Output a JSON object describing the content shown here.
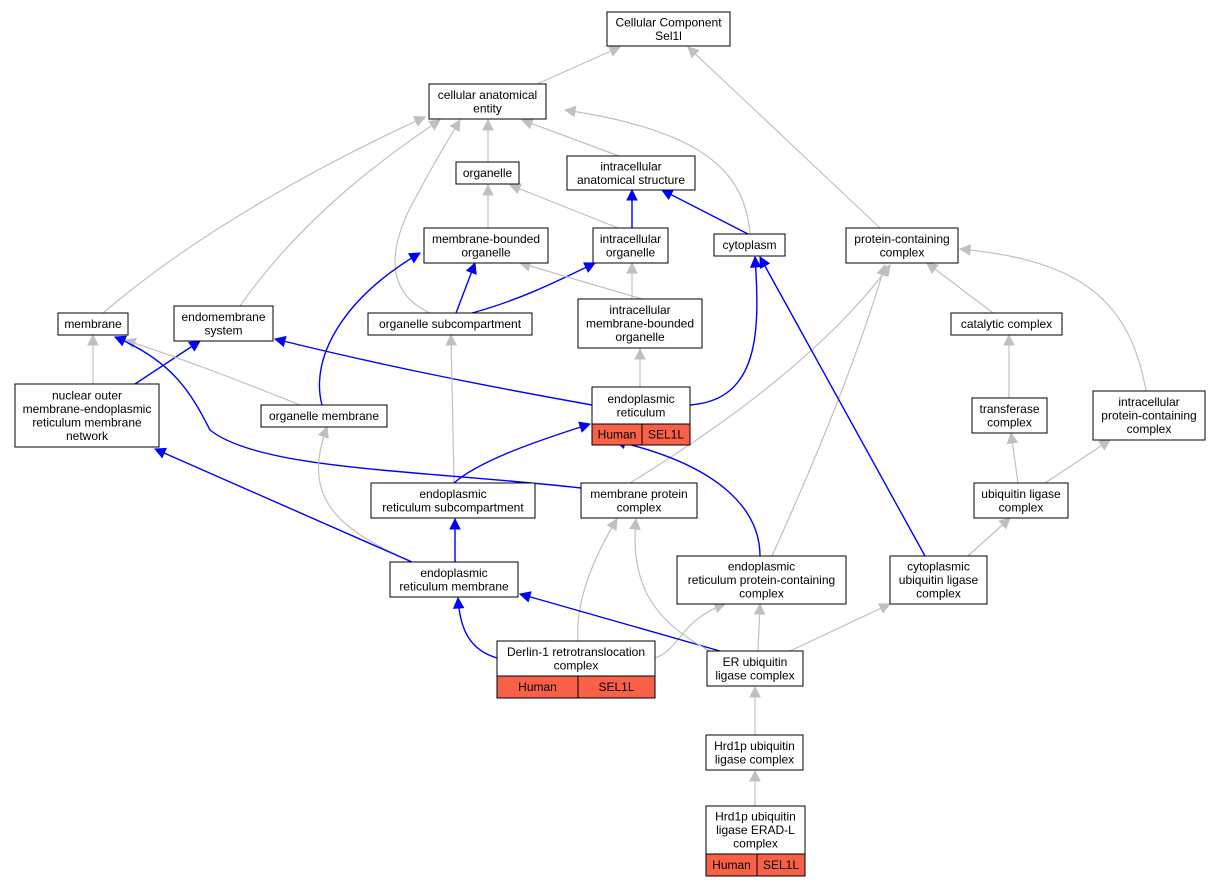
{
  "colors": {
    "gray_edge": "#c0c0c0",
    "blue_edge": "#0000ff",
    "node_border": "#000000",
    "annotation_fill": "#f86048"
  },
  "nodes": {
    "root": [
      "Cellular Component",
      "Sel1l"
    ],
    "cae": [
      "cellular anatomical",
      "entity"
    ],
    "organelle": [
      "organelle"
    ],
    "ias": [
      "intracellular",
      "anatomical structure"
    ],
    "mbo": [
      "membrane-bounded",
      "organelle"
    ],
    "io": [
      "intracellular",
      "organelle"
    ],
    "cytoplasm": [
      "cytoplasm"
    ],
    "pcc": [
      "protein-containing",
      "complex"
    ],
    "membrane": [
      "membrane"
    ],
    "endo": [
      "endomembrane",
      "system"
    ],
    "osc": [
      "organelle subcompartment"
    ],
    "imbo": [
      "intracellular",
      "membrane-bounded",
      "organelle"
    ],
    "catalytic": [
      "catalytic complex"
    ],
    "nucouter": [
      "nuclear outer",
      "membrane-endoplasmic",
      "reticulum membrane",
      "network"
    ],
    "orgmem": [
      "organelle membrane"
    ],
    "er": [
      "endoplasmic",
      "reticulum"
    ],
    "transferase": [
      "transferase",
      "complex"
    ],
    "ipcc": [
      "intracellular",
      "protein-containing",
      "complex"
    ],
    "ersub": [
      "endoplasmic",
      "reticulum subcompartment"
    ],
    "mpc": [
      "membrane protein",
      "complex"
    ],
    "ubl": [
      "ubiquitin ligase",
      "complex"
    ],
    "erpcc": [
      "endoplasmic",
      "reticulum protein-containing",
      "complex"
    ],
    "cubl": [
      "cytoplasmic",
      "ubiquitin ligase",
      "complex"
    ],
    "ermem": [
      "endoplasmic",
      "reticulum membrane"
    ],
    "derlin": [
      "Derlin-1 retrotranslocation",
      "complex"
    ],
    "erubl": [
      "ER ubiquitin",
      "ligase complex"
    ],
    "hrd1": [
      "Hrd1p ubiquitin",
      "ligase complex"
    ],
    "hrd1erad": [
      "Hrd1p ubiquitin",
      "ligase ERAD-L",
      "complex"
    ]
  },
  "annotations": {
    "er": [
      "Human",
      "SEL1L"
    ],
    "derlin": [
      "Human",
      "SEL1L"
    ],
    "hrd1erad": [
      "Human",
      "SEL1L"
    ]
  }
}
